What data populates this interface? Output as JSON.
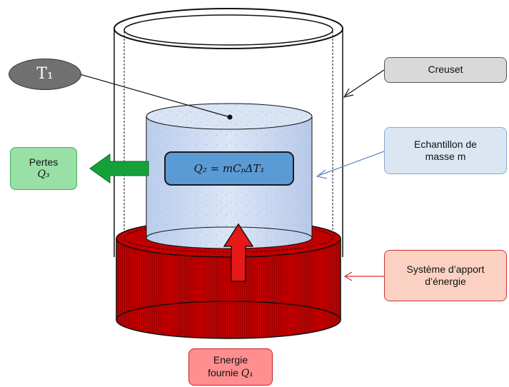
{
  "labels": {
    "t1": "T₁",
    "creuset": "Creuset",
    "echantillon_line1": "Echantillon de",
    "echantillon_line2": "masse m",
    "pertes_line1": "Pertes",
    "pertes_math": "Q₃",
    "systeme_line1": "Système d’apport",
    "systeme_line2": "d’énergie",
    "energie_line1": "Energie",
    "energie_line2_text": "fournie ",
    "energie_math": "Q₁",
    "equation": "Q₂ = mCₚΔT₁"
  },
  "colors": {
    "heater_red": "#c00000",
    "heater_dark": "#8f0000",
    "sample_blue": "#c8d8f0",
    "loss_arrow_green": "#15a13a",
    "heat_arrow_red": "#e81818",
    "equation_box": "#5b9bd5",
    "creuset_box": "#d9d9d9",
    "echantillon_box": "#dce6f2",
    "pertes_box": "#98e0a6",
    "systeme_box": "#fbd2c2",
    "energie_box": "#ff8f8f"
  },
  "icons": {
    "loss_arrow": "left-arrow-icon",
    "heat_arrow": "up-arrow-icon"
  }
}
